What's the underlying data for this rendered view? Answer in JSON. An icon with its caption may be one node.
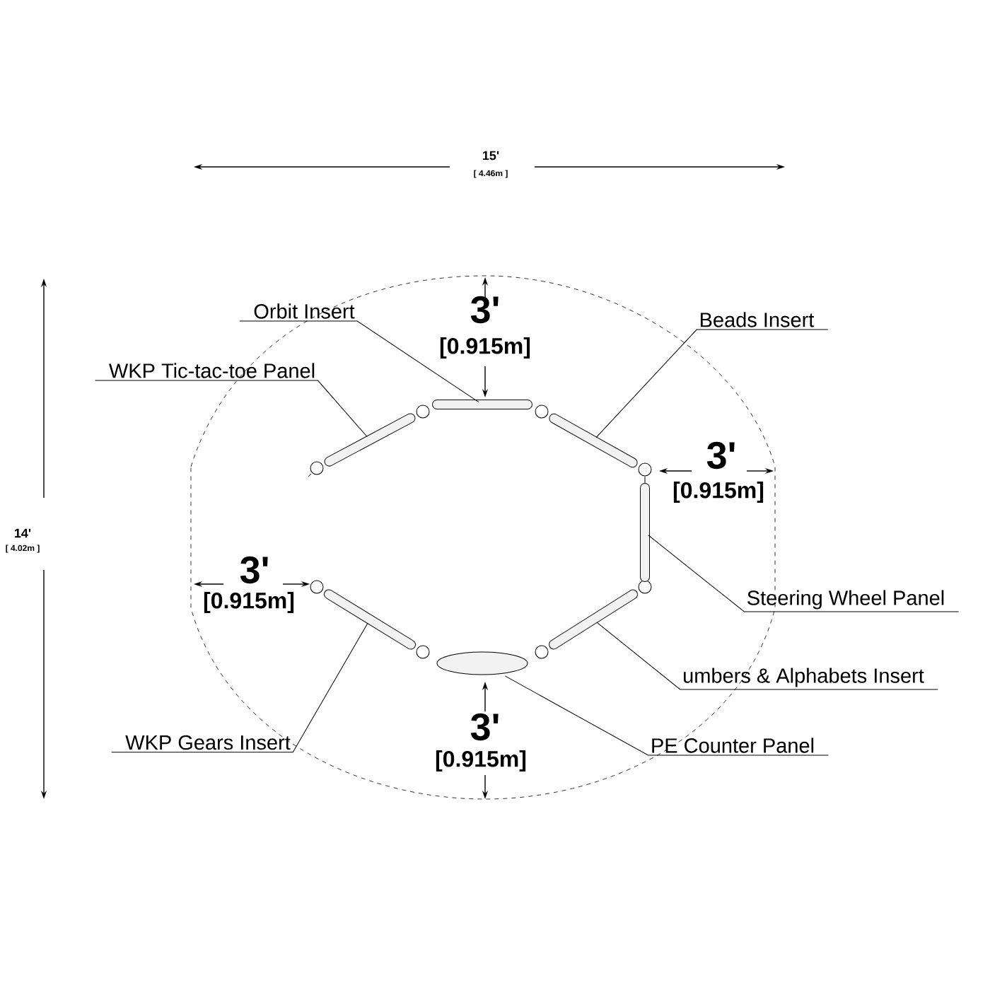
{
  "diagram": {
    "nodes": [
      {
        "text": [
          "Orbit Insert"
        ]
      },
      {
        "text": [
          "Beads Insert"
        ]
      },
      {
        "text": [
          "WKP Tic-tac-toe Panel"
        ]
      },
      {
        "text": [
          "Steering Wheel Panel"
        ]
      },
      {
        "text": [
          "umbers & Alphabets Insert"
        ]
      },
      {
        "text": [
          "WKP Gears Insert"
        ]
      },
      {
        "text": [
          "PE Counter Panel"
        ]
      },
      {
        "text": [],
        "shape": "bar"
      },
      {
        "text": [],
        "shape": "bar"
      },
      {
        "text": [],
        "shape": "bar"
      },
      {
        "text": [],
        "shape": "bar"
      },
      {
        "text": [],
        "shape": "bar"
      },
      {
        "text": [],
        "shape": "bowl"
      },
      {
        "text": [],
        "shape": "bar"
      }
    ],
    "edges": [
      {
        "from": 0,
        "to": 8,
        "arrow": "none"
      },
      {
        "from": 1,
        "to": 9,
        "arrow": "none"
      },
      {
        "from": 2,
        "to": 7,
        "arrow": "none"
      },
      {
        "from": 3,
        "to": 10,
        "arrow": "none"
      },
      {
        "from": 4,
        "to": 13,
        "arrow": "none"
      },
      {
        "from": 5,
        "to": 11,
        "arrow": "none"
      },
      {
        "from": 6,
        "to": 12,
        "arrow": "none"
      }
    ],
    "labels": [
      "15'",
      "[ 4.46m ]",
      "3'",
      "[0.915m]",
      "3'",
      "[0.915m]",
      "14'",
      "[ 4.02m ]",
      "3'",
      "[0.915m]",
      "3'",
      "[0.915m]"
    ]
  }
}
